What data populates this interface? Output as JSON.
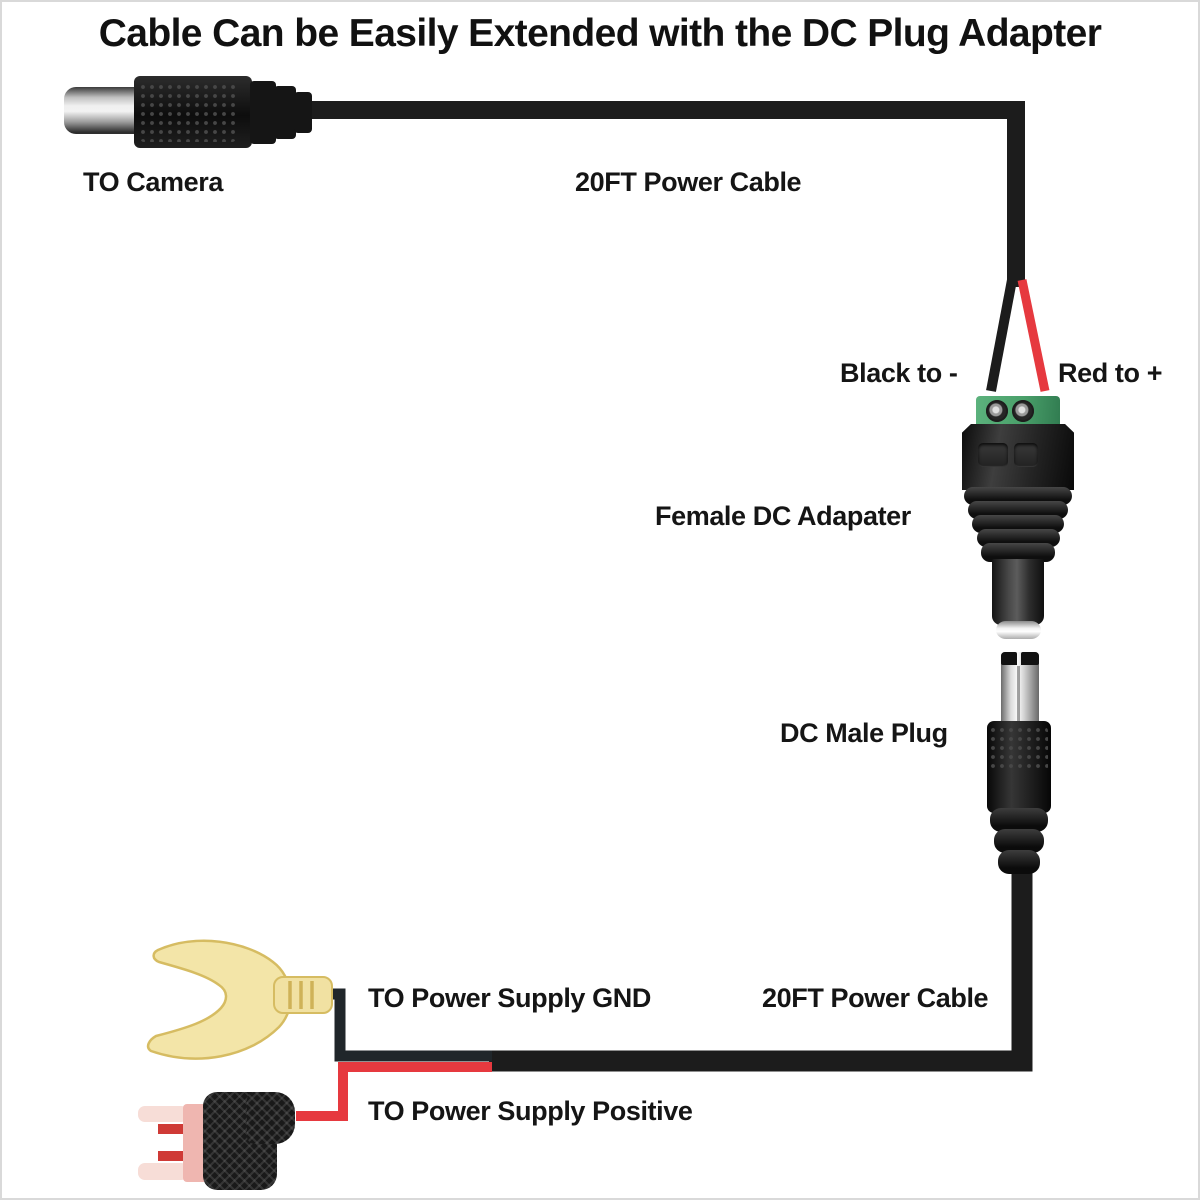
{
  "title": "Cable Can be Easily Extended with the DC Plug Adapter",
  "labels": {
    "to_camera": "TO Camera",
    "top_cable": "20FT Power Cable",
    "black_wire": "Black to -",
    "red_wire": "Red to +",
    "female_adapter": "Female DC Adapater",
    "male_plug": "DC Male Plug",
    "gnd": "TO Power Supply GND",
    "bottom_cable": "20FT Power Cable",
    "positive": "TO Power Supply Positive"
  },
  "components": [
    "dc-male-plug-to-camera",
    "power-cable-top",
    "black-negative-wire",
    "red-positive-wire",
    "female-dc-adapter-with-screw-terminal",
    "dc-male-plug",
    "power-cable-bottom",
    "yellow-spade-terminal-gnd",
    "power-supply-positive-connector"
  ],
  "colors": {
    "background": "#ffffff",
    "cable_black": "#1c1c1c",
    "wire_red": "#e6393f",
    "terminal_block_green": "#4aa06a",
    "spade_terminal_yellow": "#f3e5a8",
    "connector_pin_pink": "#f7ddd7",
    "connector_pin_red": "#cf3a36",
    "text": "#151515"
  }
}
